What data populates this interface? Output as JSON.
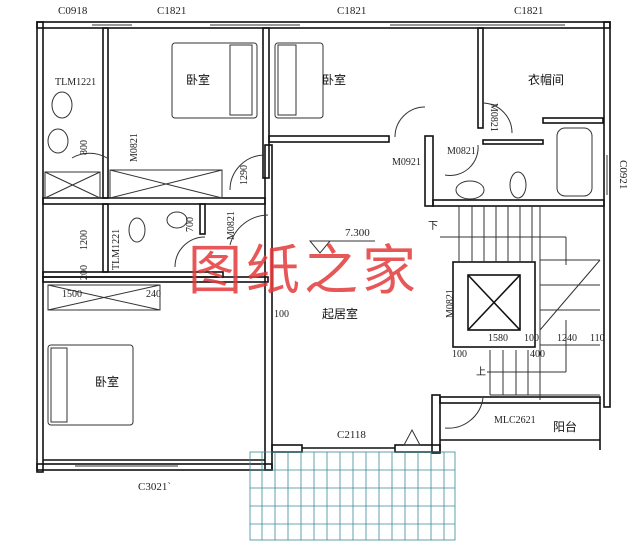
{
  "windows": {
    "c0918": "C0918",
    "c1821_a": "C1821",
    "c1821_b": "C1821",
    "c1821_c": "C1821",
    "c0921": "C0921",
    "c2118": "C2118",
    "c3021": "C3021`",
    "mlc2621": "MLC2621"
  },
  "rooms": {
    "bedroom_1": "卧室",
    "bedroom_2": "卧室",
    "bedroom_3": "卧室",
    "walk_in_closet": "衣帽间",
    "living_room": "起居室",
    "balcony": "阳台"
  },
  "doors": {
    "tlm1221_a": "TLM1221",
    "tlm1221_b": "TLM1221",
    "m0821_a": "M0821",
    "m0821_b": "M0821",
    "m0821_c": "M0821",
    "m0821_d": "M0821",
    "m0821_e": "M0821",
    "m0921": "M0921"
  },
  "dimensions": {
    "d800": "800",
    "d1290": "1290",
    "d1200": "1200",
    "d700": "700",
    "d100_a": "100",
    "d1500": "1500",
    "d240": "240",
    "d100_b": "100",
    "d1580": "1580",
    "d100_c": "100",
    "d400": "400",
    "d1240": "1240",
    "d110": "110",
    "d200": "200"
  },
  "stairs": {
    "down": "下",
    "up": "上"
  },
  "elevation": "7.300",
  "watermark": "图纸之家",
  "colors": {
    "wall": "#111111",
    "line": "#333333",
    "tile": "#3a8a9a",
    "watermark": "#e53a3a"
  }
}
